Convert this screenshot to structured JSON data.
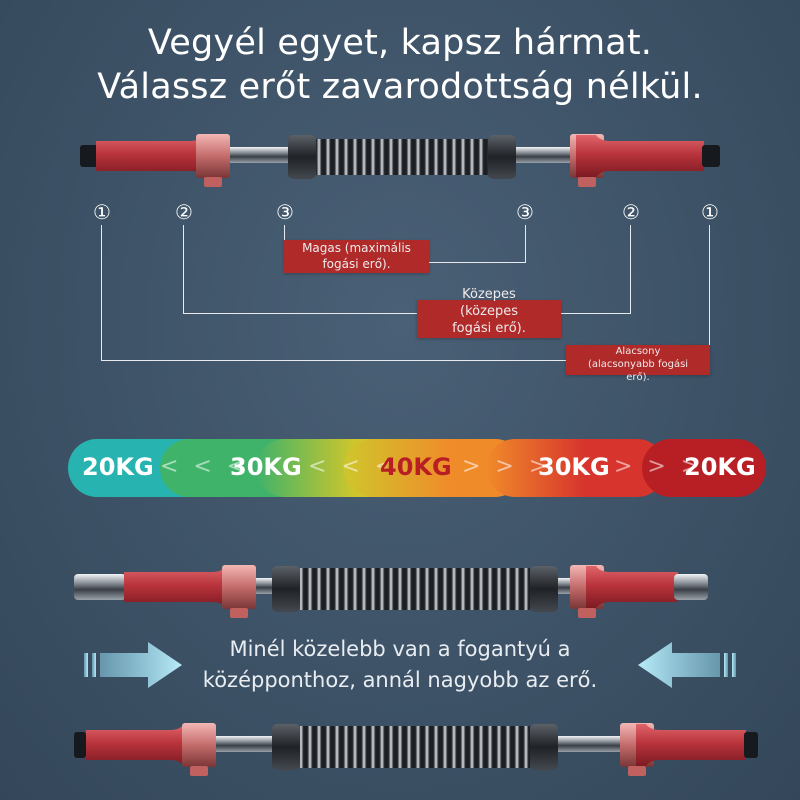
{
  "headline": {
    "line1": "Vegyél egyet, kapsz hármat.",
    "line2": "Válassz erőt zavarodottság nélkül."
  },
  "markers": {
    "outer": "①",
    "middle": "②",
    "inner": "③"
  },
  "notes": {
    "high": {
      "line1": "Magas (maximális",
      "line2": "fogási erő)."
    },
    "medium": {
      "line1": "Közepes",
      "line2": "(közepes",
      "line3": "fogási erő)."
    },
    "low": {
      "line1": "Alacsony",
      "line2": "(alacsonyabb fogási",
      "line3": "erő)."
    }
  },
  "scale": {
    "left_outer": "20KG",
    "left_inner": "30KG",
    "center": "40KG",
    "right_inner": "30KG",
    "right_outer": "20KG",
    "chevron_left": "< < <",
    "chevron_left_inner": "< < <",
    "chevron_right_inner": "> > >",
    "chevron_right": "> > >"
  },
  "caption": {
    "line1": "Minél közelebb van a fogantyú a",
    "line2": "középponthoz, annál nagyobb az erő."
  },
  "colors": {
    "background": "#3f5468",
    "note_fill": "#b12a2a",
    "teal": "#27b4b0",
    "green": "#3fb36a",
    "yellow": "#cfc62c",
    "orange": "#f08b2a",
    "red": "#d7342d",
    "dark_red": "#b81f24",
    "center_text": "#b81f24",
    "arrow": "#9fdcef"
  },
  "icons": {
    "bar": "spring-grip-bar",
    "arrow_left": "arrow-right-icon",
    "arrow_right": "arrow-left-icon"
  }
}
